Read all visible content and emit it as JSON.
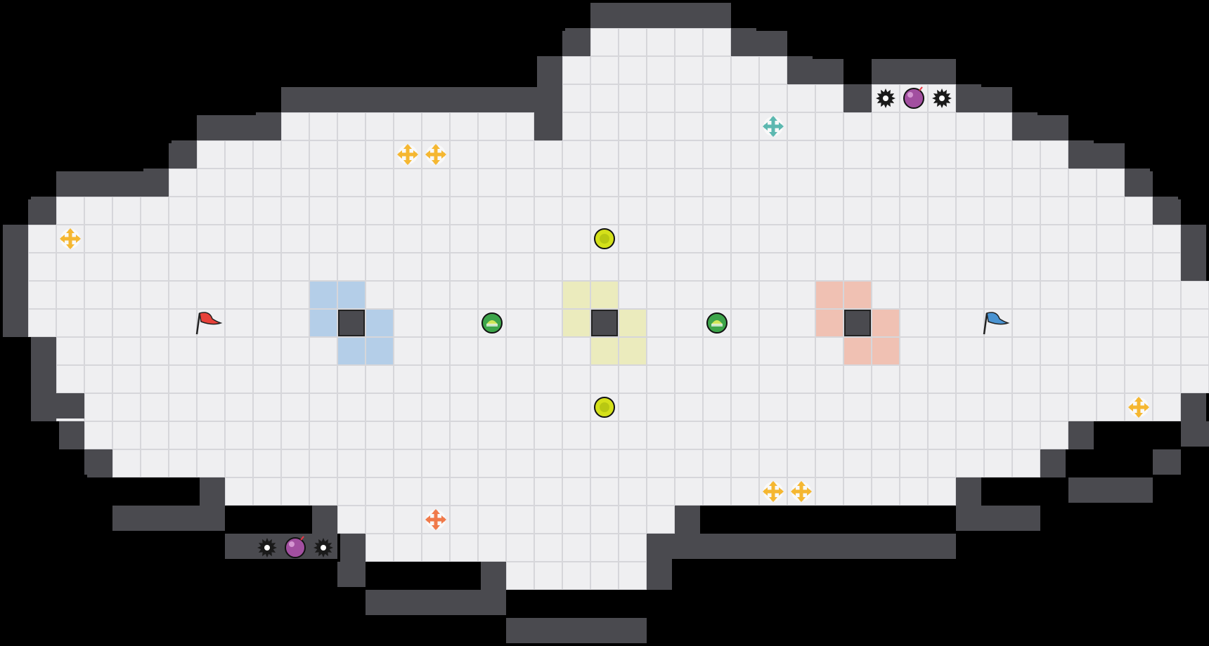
{
  "map": {
    "background_color": "#000000",
    "floor_color": "#efeff1",
    "grid_color": "#d6d6da",
    "wall_color": "#4a4a4f",
    "wall_edge_color": "#2e2e32"
  },
  "zones": [
    {
      "team": "blue",
      "color": "#a9c8e6"
    },
    {
      "team": "neutral",
      "color": "#eaeab4"
    },
    {
      "team": "red",
      "color": "#f0b8a8"
    }
  ],
  "flags": [
    {
      "team": "red",
      "icon": "red-flag-icon",
      "color": "#e8413a"
    },
    {
      "team": "blue",
      "icon": "blue-flag-icon",
      "color": "#4a93d1"
    }
  ],
  "powerups": [
    {
      "kind": "speed-boost",
      "icon": "yellow-boost-icon",
      "color": "#f5b731"
    },
    {
      "kind": "team-boost-blue",
      "icon": "teal-boost-icon",
      "color": "#5cb8b0"
    },
    {
      "kind": "team-boost-red",
      "icon": "orange-boost-icon",
      "color": "#f07a4a"
    }
  ],
  "buttons": {
    "icon": "yellow-button-icon",
    "color": "#d4e01a"
  },
  "portals": {
    "icon": "green-portal-icon",
    "color": "#3da54a"
  },
  "bombs": {
    "icon": "bomb-icon",
    "color": "#a24fa0"
  },
  "spikes": {
    "icon": "spike-icon",
    "color": "#1a1a1a"
  }
}
